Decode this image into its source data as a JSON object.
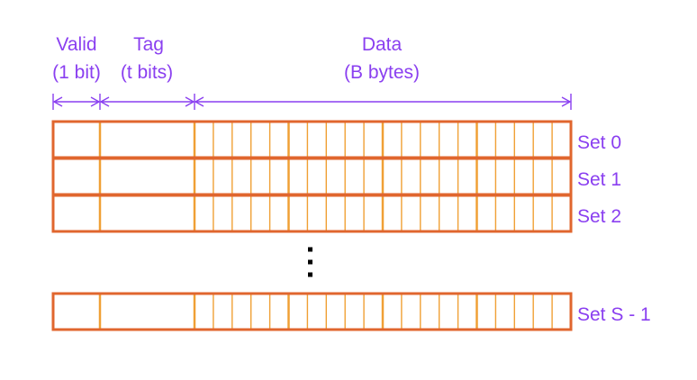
{
  "labels": {
    "valid": "Valid",
    "valid_size": "(1 bit)",
    "tag": "Tag",
    "tag_size": "(t bits)",
    "data": "Data",
    "data_size": "(B bytes)"
  },
  "rows": [
    {
      "set_label": "Set 0"
    },
    {
      "set_label": "Set 1"
    },
    {
      "set_label": "Set 2"
    },
    {
      "set_label": "Set S - 1"
    }
  ],
  "layout_info": {
    "data_groups": 4,
    "cells_per_group": 5
  },
  "colors": {
    "row_border": "#e0662e",
    "column_line": "#f0a035",
    "label_text": "#8a3ff0",
    "dots": "#000000"
  }
}
